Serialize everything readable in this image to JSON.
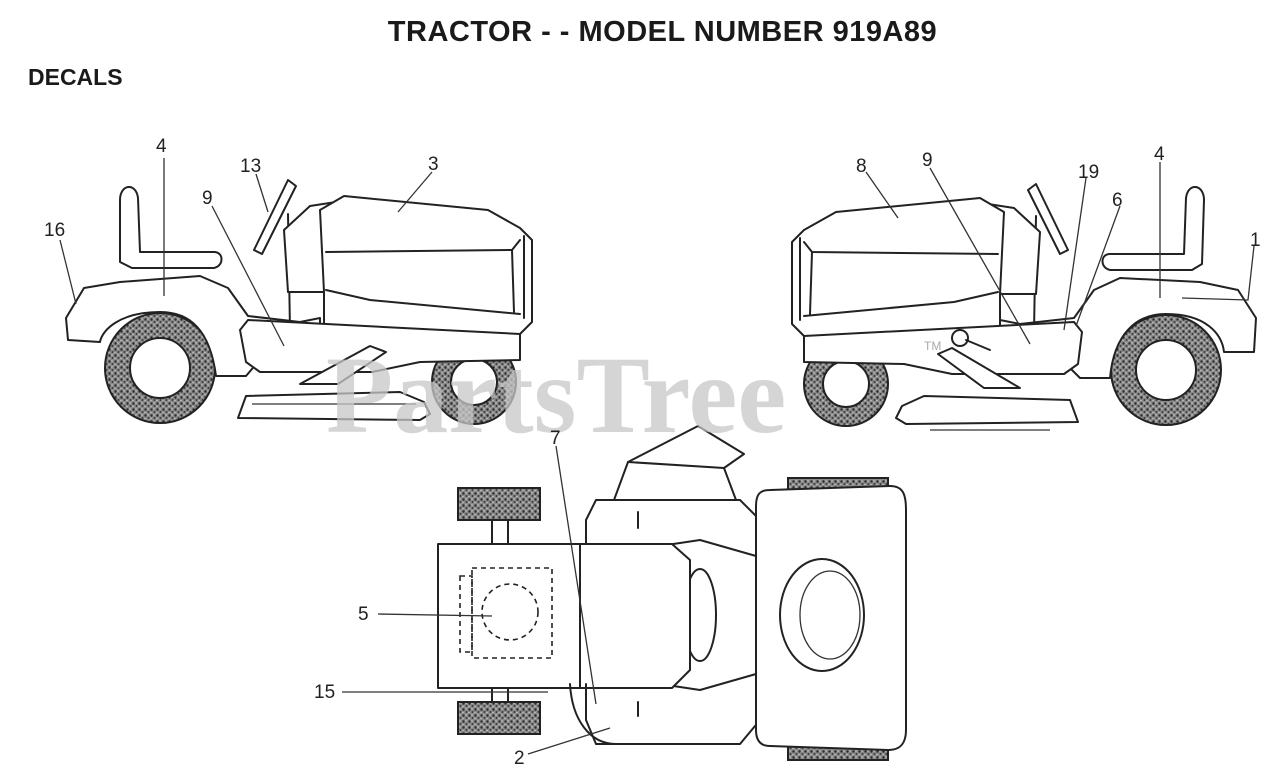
{
  "header": {
    "title": "TRACTOR - - MODEL NUMBER 919A89",
    "section": "DECALS"
  },
  "watermark": {
    "text": "PartsTree",
    "trademark": "TM"
  },
  "callouts": {
    "left_view": [
      "16",
      "4",
      "13",
      "9",
      "3"
    ],
    "right_view": [
      "8",
      "9",
      "19",
      "6",
      "4",
      "1"
    ],
    "top_view": [
      "7",
      "5",
      "15",
      "2"
    ]
  },
  "colors": {
    "line": "#222222",
    "tire_texture": "#555555",
    "watermark": "#c8c8c8"
  }
}
